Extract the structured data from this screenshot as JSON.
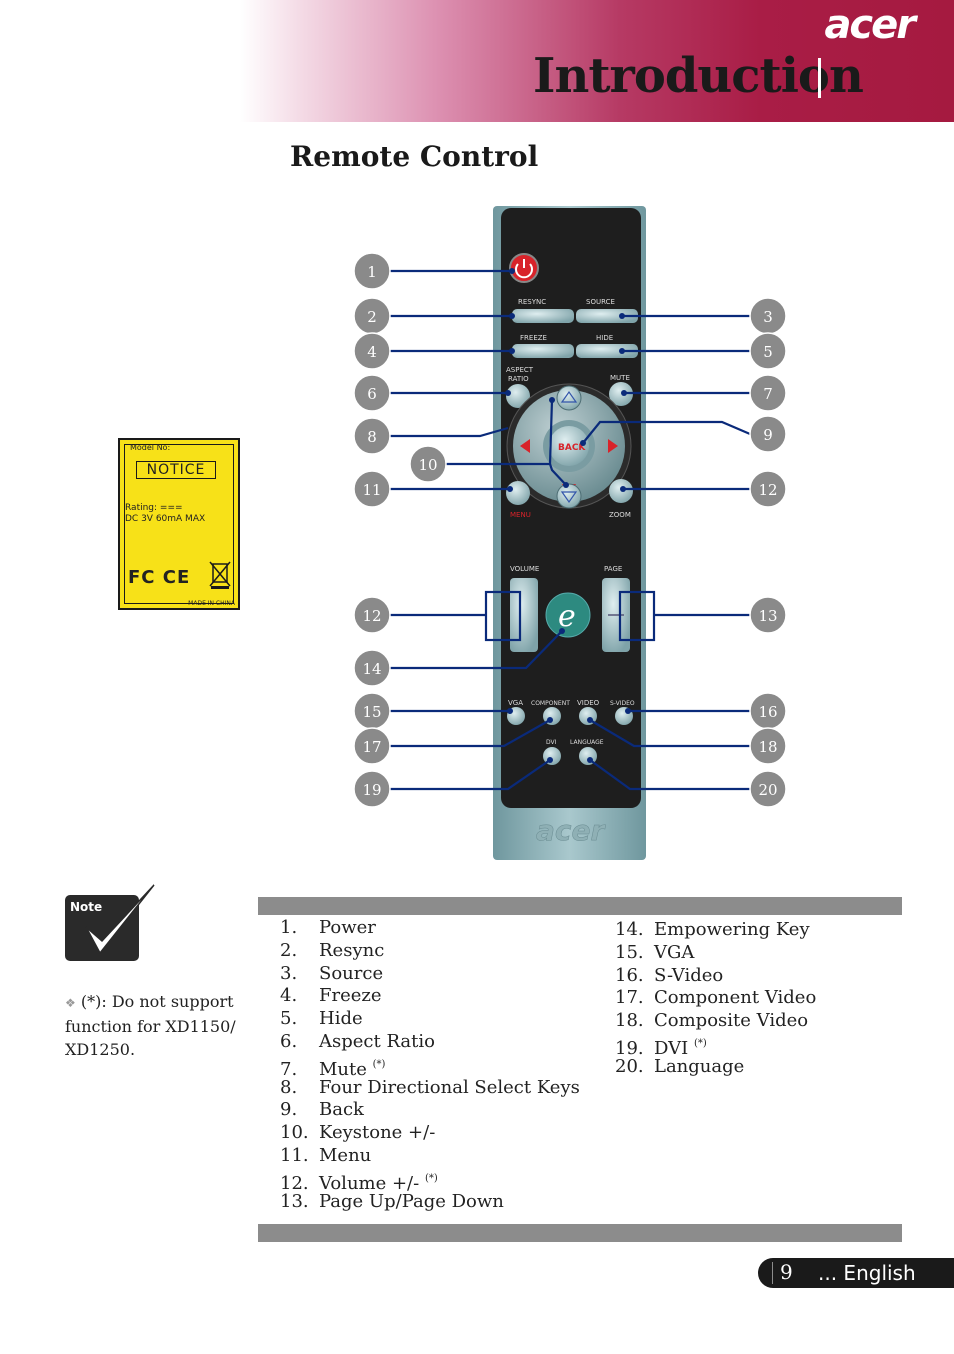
{
  "header": {
    "brand": "acer",
    "title": "Introduction"
  },
  "section": {
    "title": "Remote Control"
  },
  "notice_label": {
    "model": "Model No:",
    "notice": "NOTICE",
    "rating_line1": "Rating: ===",
    "rating_line2": "DC 3V 60mA MAX",
    "marks": "FC CE",
    "made_in": "MADE IN CHINA"
  },
  "remote": {
    "buttons": {
      "resync": "RESYNC",
      "source": "SOURCE",
      "freeze": "FREEZE",
      "hide": "HIDE",
      "aspect_ratio_line1": "ASPECT",
      "aspect_ratio_line2": "RATIO",
      "mute": "MUTE",
      "back": "BACK",
      "menu": "MENU",
      "zoom": "ZOOM",
      "volume": "VOLUME",
      "page": "PAGE",
      "empowering": "e",
      "vga": "VGA",
      "component": "COMPONENT",
      "video": "VIDEO",
      "s_video": "S-VIDEO",
      "dvi": "DVI",
      "language": "LANGUAGE",
      "logo": "acer"
    },
    "callouts": [
      "1",
      "2",
      "3",
      "4",
      "5",
      "6",
      "7",
      "8",
      "9",
      "10",
      "11",
      "12",
      "12",
      "13",
      "14",
      "15",
      "16",
      "17",
      "18",
      "19",
      "20"
    ]
  },
  "note": {
    "label": "Note",
    "text": "(*): Do not support function for XD1150/ XD1250."
  },
  "list_left": [
    {
      "num": "1.",
      "label": "Power",
      "mark": ""
    },
    {
      "num": "2.",
      "label": "Resync",
      "mark": ""
    },
    {
      "num": "3.",
      "label": "Source",
      "mark": ""
    },
    {
      "num": "4.",
      "label": "Freeze",
      "mark": ""
    },
    {
      "num": "5.",
      "label": "Hide",
      "mark": ""
    },
    {
      "num": "6.",
      "label": "Aspect Ratio",
      "mark": ""
    },
    {
      "num": "7.",
      "label": "Mute",
      "mark": "(*)"
    },
    {
      "num": "8.",
      "label": "Four Directional Select Keys",
      "mark": ""
    },
    {
      "num": "9.",
      "label": "Back",
      "mark": ""
    },
    {
      "num": "10.",
      "label": "Keystone +/-",
      "mark": ""
    },
    {
      "num": "11.",
      "label": "Menu",
      "mark": ""
    },
    {
      "num": "12.",
      "label": "Volume +/-",
      "mark": "(*)"
    },
    {
      "num": "13.",
      "label": "Page Up/Page Down",
      "mark": ""
    }
  ],
  "list_right": [
    {
      "num": "14.",
      "label": "Empowering Key",
      "mark": ""
    },
    {
      "num": "15.",
      "label": "VGA",
      "mark": ""
    },
    {
      "num": "16.",
      "label": "S-Video",
      "mark": ""
    },
    {
      "num": "17.",
      "label": "Component Video",
      "mark": ""
    },
    {
      "num": "18.",
      "label": "Composite Video",
      "mark": ""
    },
    {
      "num": "19.",
      "label": "DVI",
      "mark": "(*)"
    },
    {
      "num": "20.",
      "label": "Language",
      "mark": ""
    }
  ],
  "footer": {
    "page": "9",
    "language": "... English"
  },
  "colors": {
    "header_accent": "#a51a40",
    "remote_body": "#8fb4bb",
    "remote_face": "#1e1e1e",
    "callout_circle": "#8a8a8a",
    "leader_line": "#0a2a7a",
    "label_yellow": "#f7e118",
    "section_bar": "#8c8c8c"
  }
}
